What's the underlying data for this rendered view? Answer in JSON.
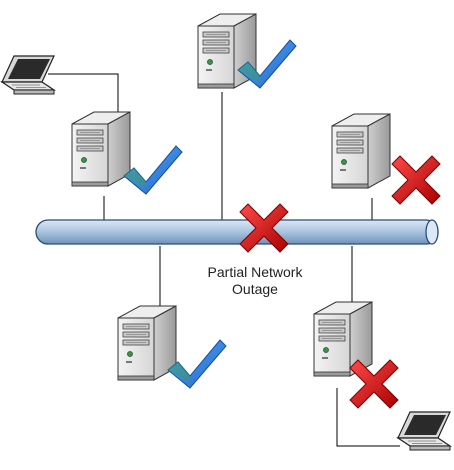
{
  "caption": {
    "line1": "Partial Network",
    "line2": "Outage"
  },
  "nodes": [
    {
      "name": "server-top-center",
      "kind": "server",
      "status": "ok"
    },
    {
      "name": "server-upper-left",
      "kind": "server",
      "status": "ok"
    },
    {
      "name": "server-upper-right",
      "kind": "server",
      "status": "failed"
    },
    {
      "name": "server-lower-left",
      "kind": "server",
      "status": "ok"
    },
    {
      "name": "server-lower-right",
      "kind": "server",
      "status": "failed"
    },
    {
      "name": "laptop-top-left",
      "kind": "laptop",
      "status": "none"
    },
    {
      "name": "laptop-bottom-right",
      "kind": "laptop",
      "status": "none"
    },
    {
      "name": "network-backbone",
      "kind": "bus",
      "status": "failed"
    }
  ],
  "colors": {
    "ok_mark": "#2f7fd6",
    "fail_mark": "#d11515",
    "bus_fill": "#b9cfe6",
    "line": "#000000"
  }
}
